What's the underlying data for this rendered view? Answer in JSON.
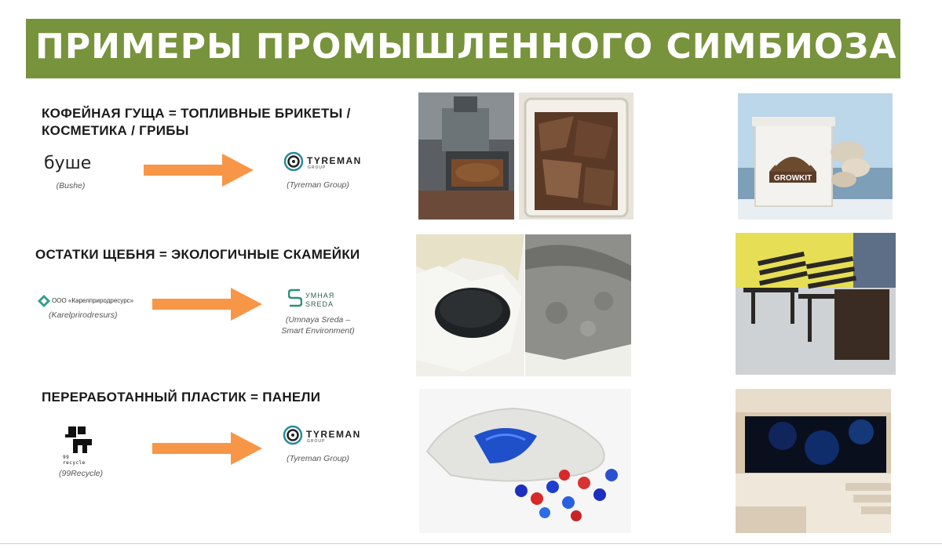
{
  "title": "ПРИМЕРЫ ПРОМЫШЛЕННОГО СИМБИОЗА",
  "rows": [
    {
      "heading_lines": [
        "КОФЕЙНАЯ ГУЩА = ТОПЛИВНЫЕ БРИКЕТЫ /",
        "КОСМЕТИКА / ГРИБЫ"
      ],
      "source_logo": "буше",
      "source_caption": "(Bushe)",
      "target_logo_name": "TYREMAN",
      "target_logo_sub": "GROUP",
      "target_caption": "(Tyreman Group)"
    },
    {
      "heading_lines": [
        "ОСТАТКИ ЩЕБНЯ = ЭКОЛОГИЧНЫЕ СКАМЕЙКИ"
      ],
      "source_logo": "ООО «Карелприродресурс»",
      "source_caption": "(Karelprirodresurs)",
      "target_logo_line1": "УМНАЯ",
      "target_logo_line2": "SREDA",
      "target_caption_lines": [
        "(Umnaya Sreda –",
        "Smart Environment)"
      ]
    },
    {
      "heading_lines": [
        "ПЕРЕРАБОТАННЫЙ ПЛАСТИК = ПАНЕЛИ"
      ],
      "source_logo": "99 recycle",
      "source_caption": "(99Recycle)",
      "target_logo_name": "TYREMAN",
      "target_logo_sub": "GROUP",
      "target_caption": "(Tyreman Group)"
    }
  ],
  "photo_labels": {
    "growkit_brand": "GROWKIT"
  },
  "colors": {
    "title_bar": "#77933c",
    "arrow": "#f79646",
    "umnaya_logo": "#2f8f6f"
  }
}
